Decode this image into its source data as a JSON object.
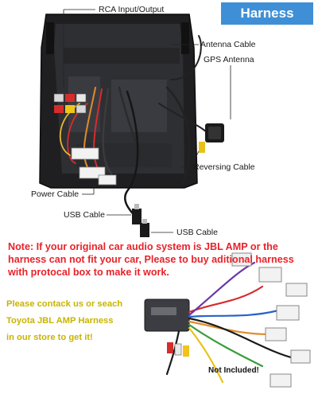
{
  "header": {
    "badge": "Harness"
  },
  "labels": {
    "rca": "RCA Input/Output",
    "antenna": "Antenna Cable",
    "gps": "GPS Antenna",
    "reversing": "Reversing Cable",
    "power": "Power Cable",
    "usb_left": "USB Cable",
    "usb_right": "USB Cable"
  },
  "note": "Note: If your original car audio system is JBL AMP or the\nharness can not fit your car, Please to buy aditional harness\n with protocal box to make it work.",
  "contact": "Please contack us or seach\nToyota JBL AMP Harness\nin our store to get it!",
  "not_included": "Not Included!",
  "colors": {
    "badge_bg": "#3f8fd6",
    "note": "#e8232a",
    "contact": "#c8b400"
  }
}
